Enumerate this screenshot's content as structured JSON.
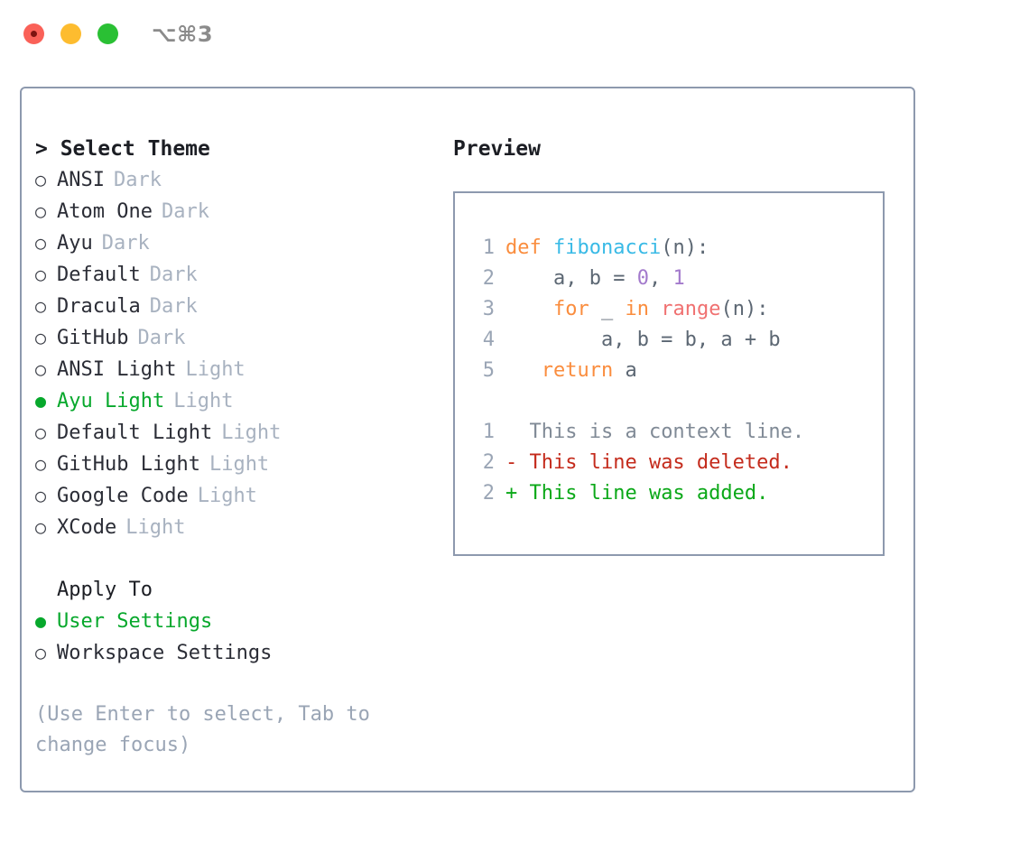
{
  "window": {
    "shortcut_label": "⌥⌘3",
    "traffic_lights": [
      "close",
      "minimize",
      "zoom"
    ]
  },
  "theme_list": {
    "header": "> Select Theme",
    "items": [
      {
        "bullet": "○",
        "name": "ANSI",
        "kind": "Dark",
        "selected": false
      },
      {
        "bullet": "○",
        "name": "Atom One",
        "kind": "Dark",
        "selected": false
      },
      {
        "bullet": "○",
        "name": "Ayu",
        "kind": "Dark",
        "selected": false
      },
      {
        "bullet": "○",
        "name": "Default",
        "kind": "Dark",
        "selected": false
      },
      {
        "bullet": "○",
        "name": "Dracula",
        "kind": "Dark",
        "selected": false
      },
      {
        "bullet": "○",
        "name": "GitHub",
        "kind": "Dark",
        "selected": false
      },
      {
        "bullet": "○",
        "name": "ANSI Light",
        "kind": "Light",
        "selected": false
      },
      {
        "bullet": "●",
        "name": "Ayu Light",
        "kind": "Light",
        "selected": true
      },
      {
        "bullet": "○",
        "name": "Default Light",
        "kind": "Light",
        "selected": false
      },
      {
        "bullet": "○",
        "name": "GitHub Light",
        "kind": "Light",
        "selected": false
      },
      {
        "bullet": "○",
        "name": "Google Code",
        "kind": "Light",
        "selected": false
      },
      {
        "bullet": "○",
        "name": "XCode",
        "kind": "Light",
        "selected": false
      }
    ]
  },
  "apply_to": {
    "header": "Apply To",
    "items": [
      {
        "bullet": "●",
        "name": "User Settings",
        "selected": true
      },
      {
        "bullet": "○",
        "name": "Workspace Settings",
        "selected": false
      }
    ]
  },
  "hint": "(Use Enter to select, Tab to change focus)",
  "preview": {
    "title": "Preview",
    "code_lines": [
      {
        "num": "1",
        "tokens": [
          {
            "t": "def",
            "c": "kw"
          },
          {
            "t": " ",
            "c": "plain"
          },
          {
            "t": "fibonacci",
            "c": "fn"
          },
          {
            "t": "(n):",
            "c": "plain"
          }
        ]
      },
      {
        "num": "2",
        "tokens": [
          {
            "t": "    a, b = ",
            "c": "plain"
          },
          {
            "t": "0",
            "c": "num"
          },
          {
            "t": ", ",
            "c": "plain"
          },
          {
            "t": "1",
            "c": "num"
          }
        ]
      },
      {
        "num": "3",
        "tokens": [
          {
            "t": "    ",
            "c": "plain"
          },
          {
            "t": "for",
            "c": "kw"
          },
          {
            "t": " _ ",
            "c": "plain"
          },
          {
            "t": "in",
            "c": "kw"
          },
          {
            "t": " ",
            "c": "plain"
          },
          {
            "t": "range",
            "c": "call"
          },
          {
            "t": "(n):",
            "c": "plain"
          }
        ]
      },
      {
        "num": "4",
        "tokens": [
          {
            "t": "        a, b = b, a + b",
            "c": "plain"
          }
        ]
      },
      {
        "num": "5",
        "tokens": [
          {
            "t": "   ",
            "c": "plain"
          },
          {
            "t": "return",
            "c": "kw"
          },
          {
            "t": " a",
            "c": "plain"
          }
        ]
      }
    ],
    "diff_lines": [
      {
        "num": "1",
        "marker": " ",
        "text": "This is a context line.",
        "kind": "ctx"
      },
      {
        "num": "2",
        "marker": "-",
        "text": "This line was deleted.",
        "kind": "del"
      },
      {
        "num": "2",
        "marker": "+",
        "text": "This line was added.",
        "kind": "add"
      }
    ]
  },
  "colors": {
    "accent_green": "#07a82c",
    "border": "#8d99ae",
    "muted": "#a8b2c0",
    "keyword": "#fa8d3e",
    "function": "#39bae6",
    "number": "#a37acc",
    "call": "#f07171",
    "code_fg": "#5c6773",
    "diff_delete": "#c42b1c",
    "diff_add": "#0ba818"
  }
}
